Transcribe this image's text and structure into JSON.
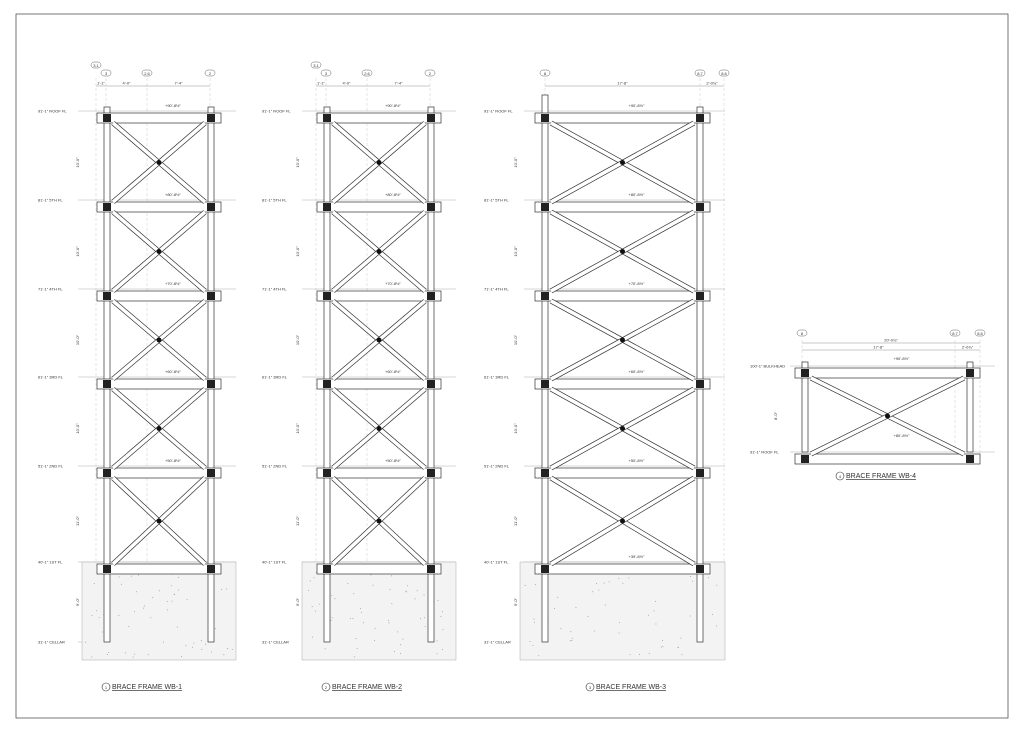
{
  "frames": [
    {
      "title": "BRACE FRAME WB-1",
      "number": "1",
      "grids": [
        "3.1",
        "3",
        "2.6",
        "2"
      ],
      "dims": [
        "1'-1\"",
        "4'-0\"",
        "7'-4\""
      ],
      "levels": [
        "91'-1\" ROOF FL",
        "81'-1\" 5TH FL",
        "71'-1\" 4TH FL",
        "61'-1\" 3RD FL",
        "51'-1\" 2ND FL",
        "40'-1\" 1ST FL",
        "31'-1\" CELLAR"
      ],
      "story_dims": [
        "10'-0\"",
        "10'-0\"",
        "10'-0\"",
        "10'-0\"",
        "11'-0\"",
        "9'-0\""
      ],
      "elevations": [
        "+90'-8½\"",
        "+80'-8½\"",
        "+70'-8½\"",
        "+60'-8½\"",
        "+50'-8½\""
      ]
    },
    {
      "title": "BRACE FRAME WB-2",
      "number": "2",
      "grids": [
        "3.1",
        "3",
        "2.6",
        "2"
      ],
      "dims": [
        "1'-1\"",
        "4'-0\"",
        "7'-4\""
      ],
      "levels": [
        "91'-1\" ROOF FL",
        "81'-1\" 5TH FL",
        "71'-1\" 4TH FL",
        "61'-1\" 3RD FL",
        "51'-1\" 2ND FL",
        "40'-1\" 1ST FL",
        "31'-1\" CELLAR"
      ],
      "story_dims": [
        "10'-0\"",
        "10'-0\"",
        "10'-0\"",
        "10'-0\"",
        "11'-0\"",
        "9'-0\""
      ],
      "elevations": [
        "+90'-8½\"",
        "+80'-8½\"",
        "+70'-8½\"",
        "+60'-8½\"",
        "+50'-8½\""
      ]
    },
    {
      "title": "BRACE FRAME WB-3",
      "number": "3",
      "grids": [
        "8",
        "8.7",
        "8.6"
      ],
      "dims": [
        "17'-8\"",
        "2'-0¾\""
      ],
      "levels": [
        "91'-1\" ROOF FL",
        "81'-1\" 5TH FL",
        "71'-1\" 4TH FL",
        "61'-1\" 3RD FL",
        "51'-1\" 2ND FL",
        "40'-1\" 1ST FL",
        "31'-1\" CELLAR"
      ],
      "story_dims": [
        "10'-0\"",
        "10'-0\"",
        "10'-0\"",
        "10'-0\"",
        "11'-0\"",
        "9'-0\""
      ],
      "elevations": [
        "+90'-8½\"",
        "+80'-8½\"",
        "+70'-8½\"",
        "+60'-8½\"",
        "+50'-8½\"",
        "+39'-8½\""
      ]
    },
    {
      "title": "BRACE FRAME WB-4",
      "number": "4",
      "grids": [
        "8",
        "8.7",
        "8.6"
      ],
      "dims": [
        "20'-0¾\"",
        "17'-8\"",
        "2'-0¾\""
      ],
      "levels": [
        "100'-1\" BULKHEAD",
        "91'-1\" ROOF FL"
      ],
      "story_dims": [
        "8'-0\""
      ],
      "elevations": [
        "+90'-8½\"",
        "+80'-8½\""
      ]
    }
  ]
}
